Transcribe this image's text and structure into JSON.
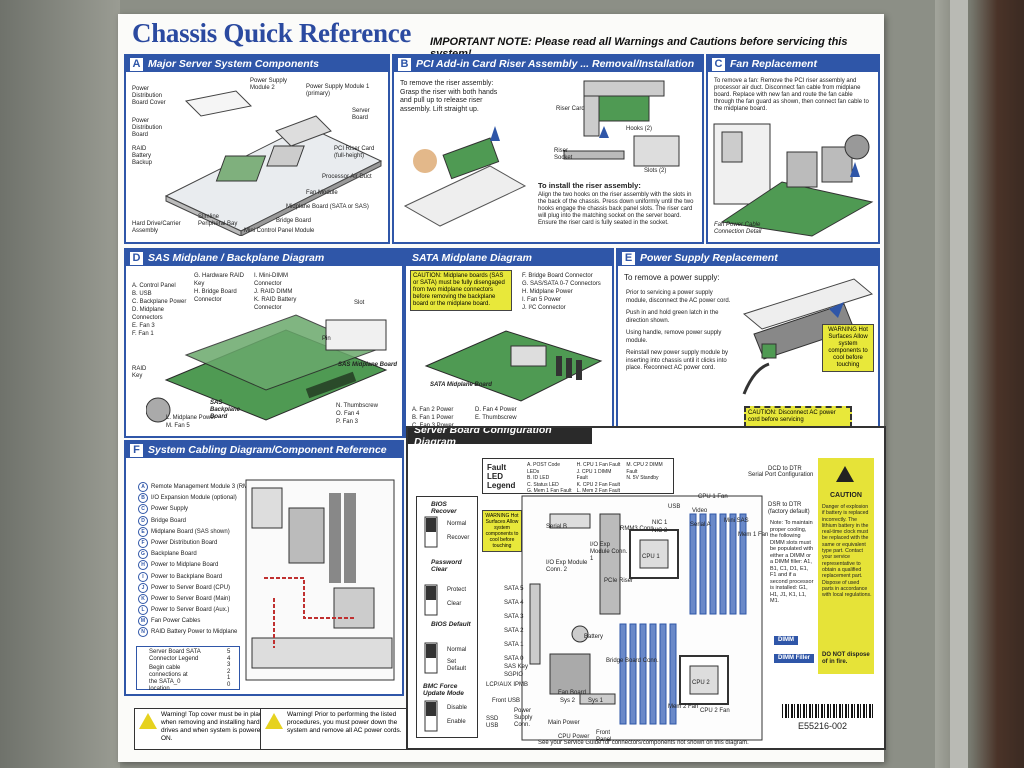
{
  "header": {
    "title": "Chassis Quick Reference",
    "important_note": "IMPORTANT NOTE: Please read all Warnings and Cautions before servicing this system!"
  },
  "panels": {
    "a": {
      "letter": "A",
      "title": "Major Server System Components",
      "labels": [
        "Power Distribution Board Cover",
        "Power Supply Module 2",
        "Power Supply Module 1 (primary)",
        "Power Distribution Board",
        "Server Board",
        "RAID Battery Backup",
        "PCI Riser Card (full-height)",
        "Processor Air Duct",
        "Fan Module",
        "Midplane Board (SATA or SAS)",
        "Bridge Board",
        "Hard Drive/Carrier Assembly",
        "Slimline Peripheral Bay",
        "Mini Control Panel Module"
      ]
    },
    "b": {
      "letter": "B",
      "title": "PCI Add-in Card Riser Assembly ... Removal/Installation",
      "remove": "To remove the riser assembly: Grasp the riser with both hands and pull up to release riser assembly. Lift straight up.",
      "install_title": "To install the riser assembly:",
      "install": "Align the two hooks on the riser assembly with the slots in the back of the chassis. Press down uniformly until the two hooks engage the chassis back panel slots. The riser card will plug into the matching socket on the server board. Ensure the riser card is fully seated in the socket.",
      "labels": [
        "Riser Card",
        "Hooks (2)",
        "Riser Socket",
        "Slots (2)"
      ]
    },
    "c": {
      "letter": "C",
      "title": "Fan Replacement",
      "text": "To remove a fan: Remove the PCI riser assembly and processor air duct. Disconnect fan cable from midplane board. Replace with new fan and route the fan cable through the fan guard as shown, then connect fan cable to the midplane board.",
      "caption": "Fan Power Cable Connection Detail"
    },
    "d": {
      "letter": "D",
      "title": "SAS Midplane / Backplane Diagram",
      "list1": [
        "A. Control Panel",
        "B. USB",
        "C. Backplane Power",
        "D. Midplane Connectors",
        "E. Fan 3",
        "F. Fan 1"
      ],
      "list2": [
        "G. Hardware RAID Key",
        "H. Bridge Board Connector"
      ],
      "list3": [
        "I. Mini-DIMM Connector",
        "J. RAID DIMM",
        "K. RAID Battery Connector"
      ],
      "list4": [
        "L. Midplane Power",
        "M. Fan 5"
      ],
      "list5": [
        "N. Thumbscrew",
        "O. Fan 4",
        "P. Fan 3"
      ],
      "slot": "Slot",
      "pin": "Pin",
      "sas_midplane": "SAS Midplane Board",
      "sas_backplane": "SAS Backplane Board",
      "raid_key": "RAID Key"
    },
    "sata": {
      "title": "SATA Midplane Diagram",
      "caution": "CAUTION: Midplane boards (SAS or SATA) must be fully disengaged from two midplane connectors before removing the backplane board or the midplane board.",
      "list1": [
        "F. Bridge Board Connector",
        "G. SAS/SATA 0-7 Connectors",
        "H. Midplane Power",
        "I. Fan 5 Power",
        "J. I²C Connector"
      ],
      "list2": [
        "A. Fan 2 Power",
        "B. Fan 1 Power",
        "C. Fan 3 Power",
        "D. Fan 4 Power",
        "E. Thumbscrew"
      ],
      "board": "SATA Midplane Board"
    },
    "e": {
      "letter": "E",
      "title": "Power Supply Replacement",
      "intro": "To remove a power supply:",
      "steps": [
        "Prior to servicing a power supply module, disconnect the AC power cord.",
        "Push in and hold green latch in the direction shown.",
        "Using handle, remove power supply module.",
        "Reinstall new power supply module by inserting into chassis until it clicks into place. Reconnect AC power cord."
      ],
      "warning": "WARNING Hot Surfaces Allow system components to cool before touching",
      "caution": "CAUTION: Disconnect AC power cord before servicing"
    },
    "f": {
      "letter": "F",
      "title": "System Cabling Diagram/Component Reference",
      "items": [
        "Remote Management Module 3 (RMM3) (optional)",
        "I/O Expansion Module (optional)",
        "Power Supply",
        "Bridge Board",
        "Midplane Board (SAS shown)",
        "Power Distribution Board",
        "Backplane Board",
        "Power to Midplane Board",
        "Power to Backplane Board",
        "Power to Server Board (CPU)",
        "Power to Server Board (Main)",
        "Power to Server Board (Aux.)",
        "Fan Power Cables",
        "RAID Battery Power to Midplane"
      ],
      "letters": [
        "A",
        "B",
        "C",
        "D",
        "E",
        "F",
        "G",
        "H",
        "I",
        "J",
        "K",
        "L",
        "M",
        "N"
      ],
      "legend_title": "Server Board SATA Connector Legend",
      "legend_text": "Begin cable connections at the SATA_0 location",
      "legend_nums": [
        "5",
        "4",
        "3",
        "2",
        "1",
        "0"
      ],
      "warn1": "Warning! Top cover must be in place when removing and installing hard drives and when system is powered ON.",
      "warn2": "Warning! Prior to performing the listed procedures, you must power down the system and remove all AC power cords."
    },
    "board": {
      "title": "Server Board Configuration Diagram",
      "fault_led": "Fault LED Legend",
      "fault_cols": [
        "A. POST Code LEDs",
        "B. ID LED",
        "C. Status LED",
        "G. Mem 1 Fan Fault",
        "H. CPU 1 Fan Fault",
        "J. CPU 1 DIMM Fault",
        "K. CPU 2 Fan Fault",
        "L. Mem 2 Fan Fault",
        "M. CPU 2 DIMM Fault",
        "N. 5V Standby"
      ],
      "bios_recover": "BIOS Recover",
      "normal": "Normal",
      "recover": "Recover",
      "pw_clear": "Password Clear",
      "protect": "Protect",
      "clear": "Clear",
      "bios_default": "BIOS Default",
      "set_default": "Set Default",
      "bmc": "BMC Force Update Mode",
      "disable": "Disable",
      "enable": "Enable",
      "warning": "WARNING Hot Surfaces Allow system components to cool before touching",
      "labels": [
        "Serial B",
        "I/O Exp Module Conn. 1",
        "I/O Exp Module Conn. 2",
        "SATA 5",
        "SATA 4",
        "SATA 3",
        "SATA 2",
        "SATA 1",
        "SATA 0",
        "SAS Key",
        "SGPIO",
        "LCP/AUX IPMB",
        "Front USB",
        "Power Supply Conn.",
        "SSD USB",
        "Fan Board",
        "Sys 1",
        "Sys 2",
        "Main Power",
        "CPU Power",
        "Front Panel",
        "Battery",
        "Bridge Board Conn.",
        "CPU 1",
        "CPU 2",
        "CPU 1 Fan",
        "Mem 1 Fan",
        "Mem 2 Fan",
        "CPU 2 Fan",
        "RMM3 Conn.",
        "PCIe Riser",
        "Video",
        "USB",
        "Serial A",
        "NIC 1",
        "NIC 2",
        "Mini SAS"
      ],
      "dimm": "DIMM",
      "dimm_filler": "DIMM Filler",
      "note": "Note: To maintain proper cooling, the following DIMM slots must be populated with either a DIMM or a DIMM filler: A1, B1, C1, D1, E1, F1 and if a second processor is installed: G1, H1, J1, K1, L1, M1.",
      "ddr_title": "Serial Port Configuration",
      "dcd": "DCD to DTR",
      "dsr": "DSR to DTR (factory default)",
      "caution_title": "CAUTION",
      "caution_text": "Danger of explosion if battery is replaced incorrectly. The lithium battery in the real-time clock must be replaced with the same or equivalent type part. Contact your service representative to obtain a qualified replacement part. Dispose of used parts in accordance with local regulations.",
      "no_dispose": "DO NOT dispose of in fire.",
      "footer": "See your Service Guide for connectors/components not shown on this diagram."
    },
    "part_no": "E55216-002"
  },
  "colors": {
    "accent": "#2f56a8",
    "caution": "#e6e338",
    "board_green": "#4f9a53",
    "card_bg": "#fbfbf9"
  }
}
